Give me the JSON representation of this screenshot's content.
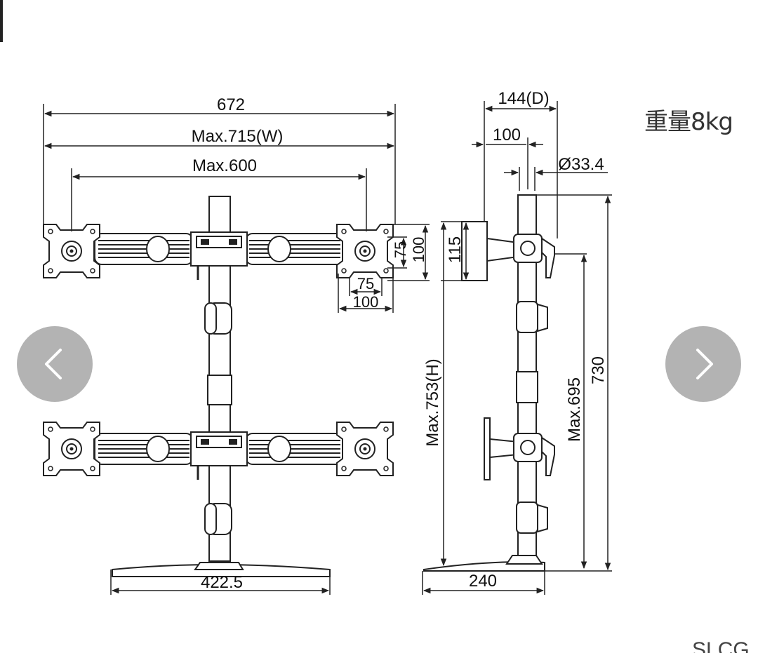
{
  "diagram": {
    "front_view": {
      "width_label": "672",
      "max_width_label": "Max.715(W)",
      "arm_span_label": "Max.600",
      "vesa_h_small": "75",
      "vesa_h_large": "100",
      "vesa_w_small": "75",
      "vesa_w_large": "100",
      "base_width_label": "422.5"
    },
    "side_view": {
      "depth_label": "144(D)",
      "offset_label": "100",
      "pole_diameter_label": "Ø33.4",
      "bracket_height_label": "115",
      "max_height_label": "Max.753(H)",
      "max_clamp_height_label": "Max.695",
      "pole_height_label": "730",
      "base_depth_label": "240"
    },
    "weight_label": "重量8kg"
  },
  "navigation": {
    "prev_icon": "chevron-left-icon",
    "next_icon": "chevron-right-icon"
  },
  "footer": {
    "cut_text": "SLCG"
  },
  "colors": {
    "line": "#222222",
    "nav_button": "#969696",
    "text_gray": "#333333"
  }
}
